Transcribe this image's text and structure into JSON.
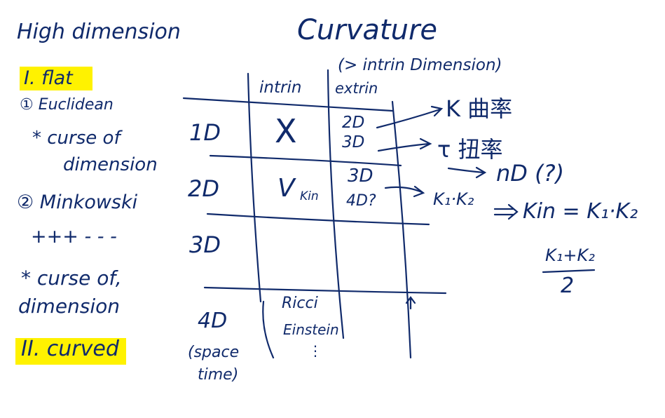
{
  "left_notes": {
    "heading": "High dimension",
    "section_1": "I. flat",
    "item_1": "① Euclidean",
    "item_1_note_line1": "* curse of",
    "item_1_note_line2": "dimension",
    "item_2": "② Minkowski",
    "item_2_sign": "+++ - - -",
    "item_2_note_line1": "* curse of,",
    "item_2_note_line2": "dimension",
    "section_2": "II. curved"
  },
  "curvature": {
    "title": "Curvature",
    "subtitle": "(> intrin Dimension)"
  },
  "table": {
    "col_headers": [
      "intrin",
      "extrin"
    ],
    "rows": [
      {
        "dim": "1D",
        "intrin": "X",
        "extrin": [
          "2D",
          "3D"
        ]
      },
      {
        "dim": "2D",
        "intrin": "V",
        "intrin_sub": "Kin",
        "extrin": [
          "3D",
          "4D?"
        ]
      },
      {
        "dim": "3D",
        "intrin": "",
        "extrin": []
      },
      {
        "dim": "4D",
        "dim_note": [
          "(space",
          "time)"
        ],
        "intrin": [
          "Ricci",
          "Einstein",
          "⋮"
        ],
        "extrin": []
      }
    ]
  },
  "right_notes": {
    "k_curvature": "K 曲率",
    "tau_torsion": "τ 扭率",
    "nd": "nD (?)",
    "k1k2": "K₁·K₂",
    "kin_formula": "Kin = K₁·K₂",
    "mean_numerator": "K₁+K₂",
    "mean_denominator": "2"
  },
  "colors": {
    "ink": "#102a6b",
    "highlight": "#fff200"
  }
}
